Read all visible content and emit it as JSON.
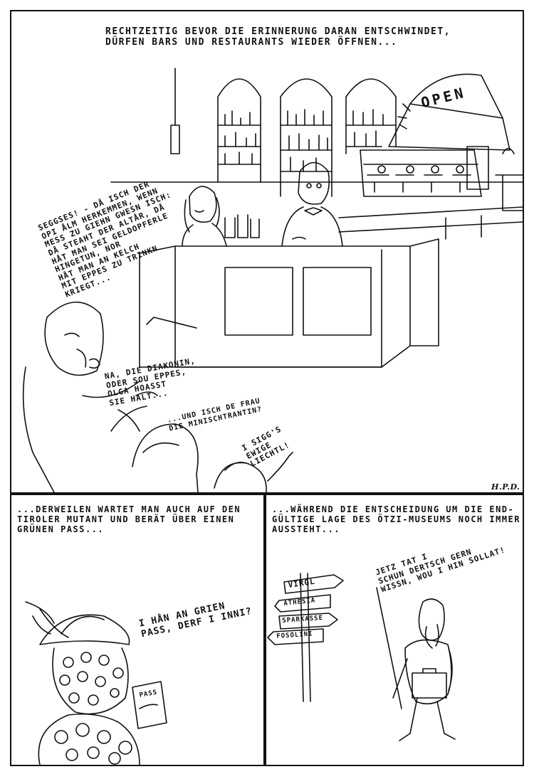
{
  "panel1": {
    "caption": "RECHTZEITIG BEVOR DIE ERINNERUNG DARAN ENTSCHWINDET,\nDÜRFEN BARS UND RESTAURANTS WIEDER ÖFFNEN...",
    "open_sign": "OPEN",
    "bubble_old_man": "SEGGSES! - DÅ ISCH DER\nOPI ÅLM HERKEMMEN, WENN\nMESS ZU GIEHN GWESN ISCH:\nDÅ STEAHT DER ALTÅR, DÅ\nHÅT MAN SEI GELDOPFERLE\nHINGETUN, NOR\nHÅT MAN AN KELCH\nMIT EPPES ZU TRINKN\nKRIEGT...",
    "bubble_diakonin": "NA, DIE DIAKONIN,\nODER SOU EPPES,\nOLGA HOASST\nSIE HALT...",
    "bubble_frau": "...UND ISCH DE FRAU\nDIE MINISCHTRANTIN?",
    "bubble_child": "i SIGG'S\nEWIGE\nLIECHTL!",
    "signature": "H.P.D."
  },
  "panel2": {
    "caption": "...DERWEILEN WARTET MAN AUCH AUF DEN\nTIROLER MUTANT UND BERÄT ÜBER EINEN\nGRÜNEN PASS...",
    "bubble": "i HÅN AN GRIEN\nPASS, DERF i INNI?",
    "pass_label": "PASS"
  },
  "panel3": {
    "caption": "...WÄHREND DIE ENTSCHEIDUNG UM DIE END-\nGÜLTIGE LAGE DES ÖTZI-MUSEUMS NOCH IMMER\nAUSSTEHT...",
    "bubble": "JETZ TAT i\nSCHUN DERTSCH GERN\nWISSN, WOU i HIN SOLLAT!",
    "signs": [
      "VIRGL",
      "ATHESIA",
      "SPARKASSE",
      "FOSOLINI"
    ]
  }
}
